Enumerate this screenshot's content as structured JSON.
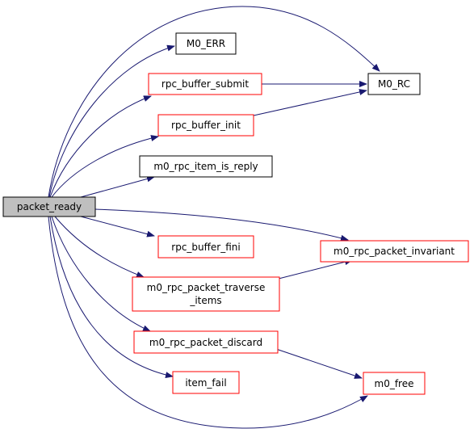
{
  "colors": {
    "edge": "#191970",
    "root_fill": "#bfbfbf",
    "root_border": "#000000",
    "plain_border": "#000000",
    "linked_border": "#ff0000",
    "node_fill": "#ffffff"
  },
  "nodes": {
    "packet_ready": {
      "label": "packet_ready",
      "style": "root"
    },
    "m0_err": {
      "label": "M0_ERR",
      "style": "plain"
    },
    "m0_rc": {
      "label": "M0_RC",
      "style": "plain"
    },
    "rpc_buffer_submit": {
      "label": "rpc_buffer_submit",
      "style": "linked"
    },
    "rpc_buffer_init": {
      "label": "rpc_buffer_init",
      "style": "linked"
    },
    "m0_rpc_item_is_reply": {
      "label": "m0_rpc_item_is_reply",
      "style": "plain"
    },
    "rpc_buffer_fini": {
      "label": "rpc_buffer_fini",
      "style": "linked"
    },
    "m0_rpc_packet_invariant": {
      "label": "m0_rpc_packet_invariant",
      "style": "linked"
    },
    "m0_rpc_packet_traverse_items": {
      "label_line1": "m0_rpc_packet_traverse",
      "label_line2": "_items",
      "style": "linked"
    },
    "m0_rpc_packet_discard": {
      "label": "m0_rpc_packet_discard",
      "style": "linked"
    },
    "item_fail": {
      "label": "item_fail",
      "style": "linked"
    },
    "m0_free": {
      "label": "m0_free",
      "style": "linked"
    }
  },
  "edges": [
    {
      "from": "packet_ready",
      "to": "m0_rc"
    },
    {
      "from": "packet_ready",
      "to": "m0_err"
    },
    {
      "from": "packet_ready",
      "to": "rpc_buffer_submit"
    },
    {
      "from": "packet_ready",
      "to": "rpc_buffer_init"
    },
    {
      "from": "packet_ready",
      "to": "m0_rpc_item_is_reply"
    },
    {
      "from": "packet_ready",
      "to": "rpc_buffer_fini"
    },
    {
      "from": "packet_ready",
      "to": "m0_rpc_packet_invariant"
    },
    {
      "from": "packet_ready",
      "to": "m0_rpc_packet_traverse_items"
    },
    {
      "from": "packet_ready",
      "to": "m0_rpc_packet_discard"
    },
    {
      "from": "packet_ready",
      "to": "item_fail"
    },
    {
      "from": "packet_ready",
      "to": "m0_free"
    },
    {
      "from": "rpc_buffer_submit",
      "to": "m0_rc"
    },
    {
      "from": "rpc_buffer_init",
      "to": "m0_rc"
    },
    {
      "from": "m0_rpc_packet_traverse_items",
      "to": "m0_rpc_packet_invariant"
    },
    {
      "from": "m0_rpc_packet_discard",
      "to": "m0_free"
    }
  ]
}
